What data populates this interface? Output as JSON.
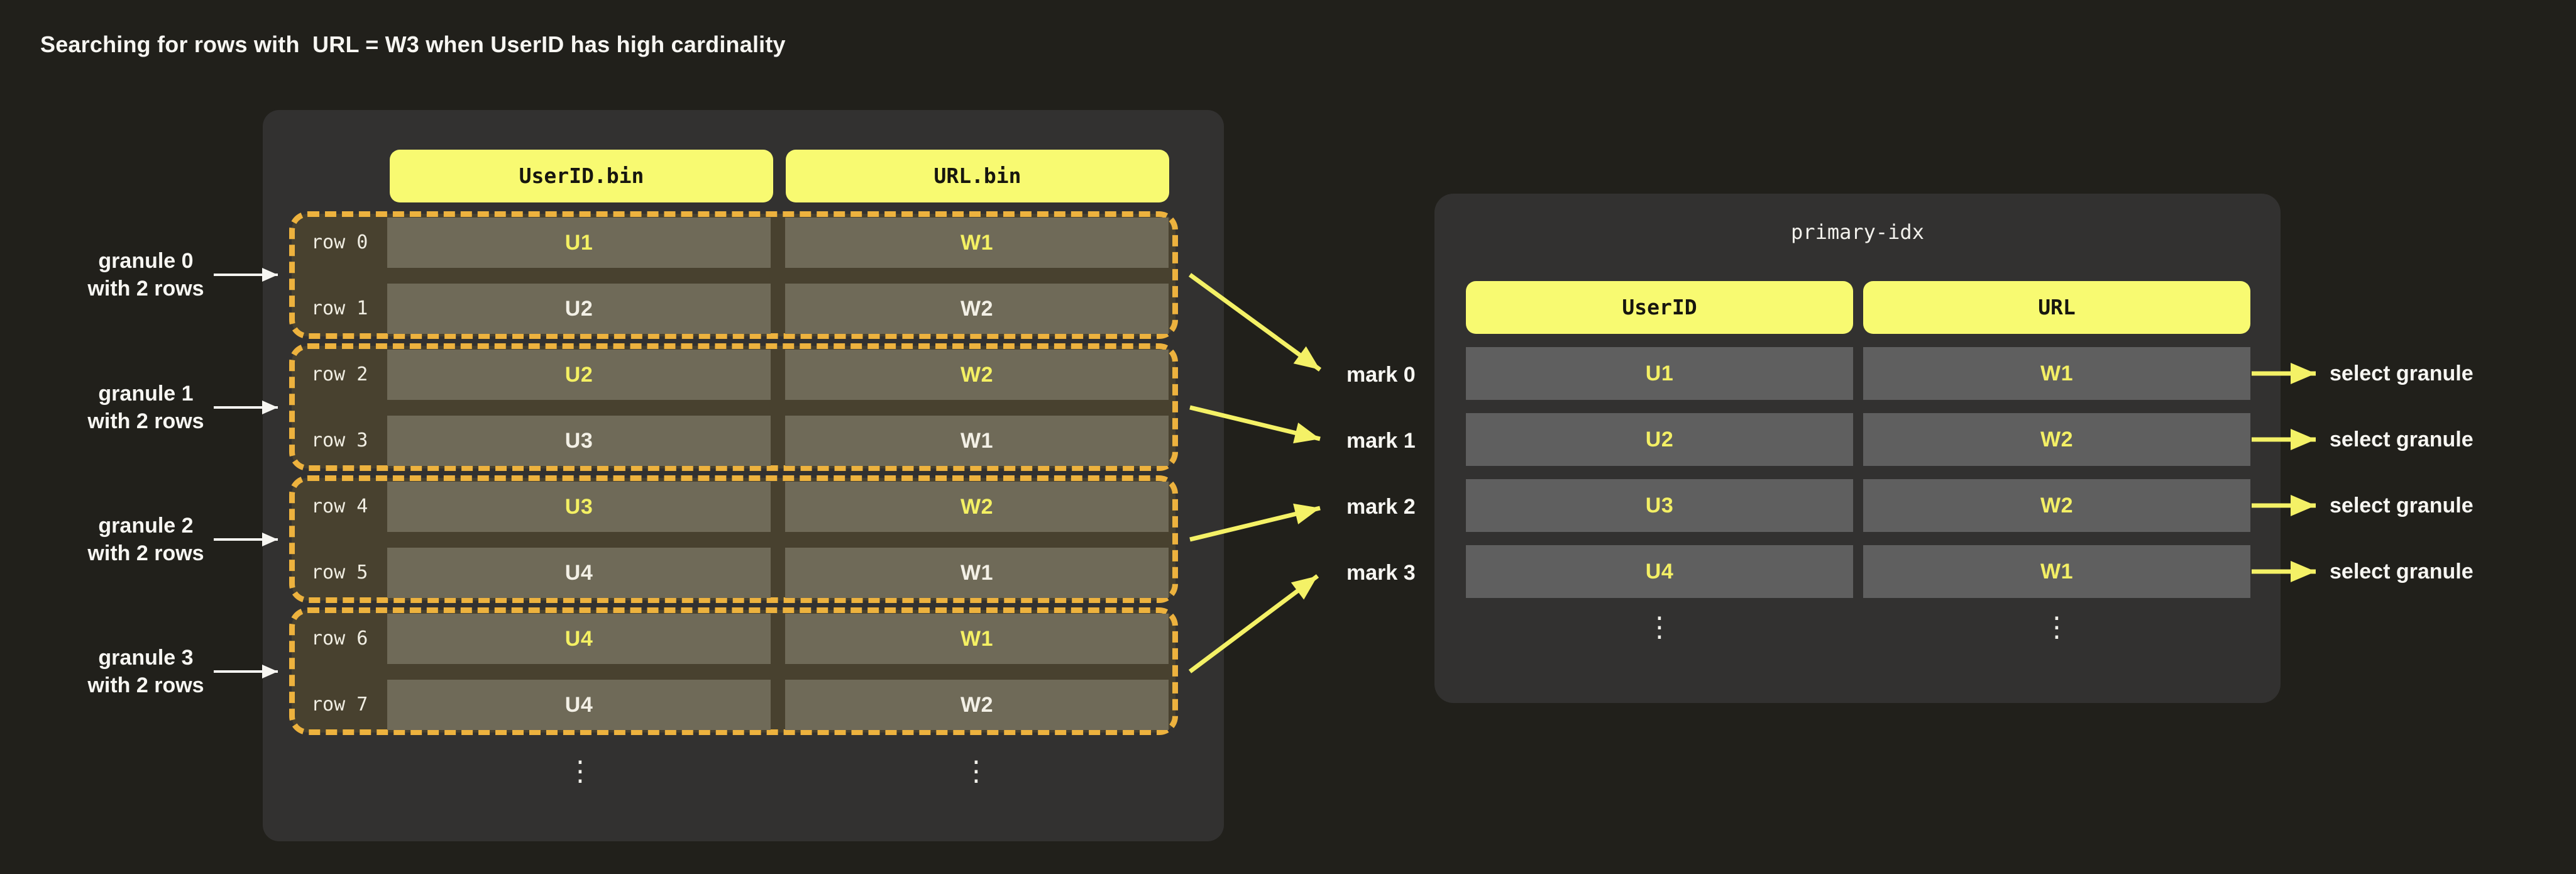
{
  "title": "Searching for rows with  URL = W3 when UserID has high cardinality",
  "left_table": {
    "column_headers": [
      "UserID.bin",
      "URL.bin"
    ],
    "ellipsis": "⋮",
    "granules": [
      {
        "label_line1": "granule 0",
        "label_line2": "with 2 rows",
        "mark": "mark 0",
        "rows": [
          {
            "row_label": "row 0",
            "user_id": "U1",
            "url": "W1",
            "highlight": true
          },
          {
            "row_label": "row 1",
            "user_id": "U2",
            "url": "W2",
            "highlight": false
          }
        ]
      },
      {
        "label_line1": "granule 1",
        "label_line2": "with 2 rows",
        "mark": "mark 1",
        "rows": [
          {
            "row_label": "row 2",
            "user_id": "U2",
            "url": "W2",
            "highlight": true
          },
          {
            "row_label": "row 3",
            "user_id": "U3",
            "url": "W1",
            "highlight": false
          }
        ]
      },
      {
        "label_line1": "granule 2",
        "label_line2": "with 2 rows",
        "mark": "mark 2",
        "rows": [
          {
            "row_label": "row 4",
            "user_id": "U3",
            "url": "W2",
            "highlight": true
          },
          {
            "row_label": "row 5",
            "user_id": "U4",
            "url": "W1",
            "highlight": false
          }
        ]
      },
      {
        "label_line1": "granule 3",
        "label_line2": "with 2 rows",
        "mark": "mark 3",
        "rows": [
          {
            "row_label": "row 6",
            "user_id": "U4",
            "url": "W1",
            "highlight": true
          },
          {
            "row_label": "row 7",
            "user_id": "U4",
            "url": "W2",
            "highlight": false
          }
        ]
      }
    ]
  },
  "primary_index": {
    "title": "primary-idx",
    "column_headers": [
      "UserID",
      "URL"
    ],
    "ellipsis": "⋮",
    "rows": [
      {
        "user_id": "U1",
        "url": "W1",
        "action": "select granule"
      },
      {
        "user_id": "U2",
        "url": "W2",
        "action": "select granule"
      },
      {
        "user_id": "U3",
        "url": "W2",
        "action": "select granule"
      },
      {
        "user_id": "U4",
        "url": "W1",
        "action": "select granule"
      }
    ]
  },
  "colors": {
    "background": "#21201b",
    "panel": "#323130",
    "header_yellow": "#f8fa71",
    "dashed_border": "#edb23e",
    "granule_fill": "#48412f",
    "bin_cell": "#6f6a58",
    "index_cell": "#5f5f5f",
    "value_yellow": "#f4f063",
    "arrow_yellow": "#f4f166",
    "text_white": "#f7f6f2"
  }
}
